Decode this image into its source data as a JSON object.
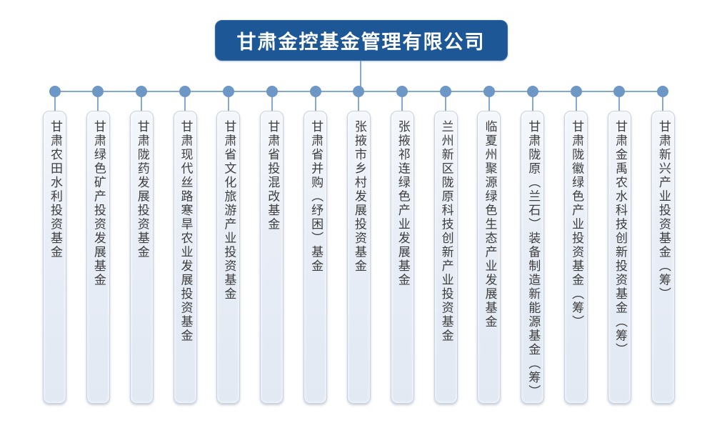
{
  "root": {
    "label": "甘肃金控基金管理有限公司"
  },
  "funds": [
    {
      "name": "甘肃农田水利投资基金"
    },
    {
      "name": "甘肃绿色矿产投资发展基金"
    },
    {
      "name": "甘肃陇药发展投资基金"
    },
    {
      "name": "甘肃现代丝路寒旱农业发展投资基金"
    },
    {
      "name": "甘肃省文化旅游产业投资基金"
    },
    {
      "name": "甘肃省投混改基金"
    },
    {
      "name": "甘肃省并购（纾困）基金"
    },
    {
      "name": "张掖市乡村发展投资基金"
    },
    {
      "name": "张掖祁连绿色产业发展基金"
    },
    {
      "name": "兰州新区陇原科技创新产业投资基金"
    },
    {
      "name": "临夏州聚源绿色生态产业发展基金"
    },
    {
      "name": "甘肃陇原（兰石）装备制造新能源基金（筹）"
    },
    {
      "name": "甘肃陇徽绿色产业投资基金（筹）"
    },
    {
      "name": "甘肃金禹农水科技创新投资基金（筹）"
    },
    {
      "name": "甘肃新兴产业投资基金（筹）"
    }
  ],
  "colors": {
    "root_fill": "#1d5796",
    "root_text": "#ffffff",
    "connector_line": "#84a9d4",
    "connector_dot": "#6d97c5",
    "card_fill": "#e8edf6",
    "card_border": "#c9d3e2",
    "card_text": "#3d3d3d"
  }
}
